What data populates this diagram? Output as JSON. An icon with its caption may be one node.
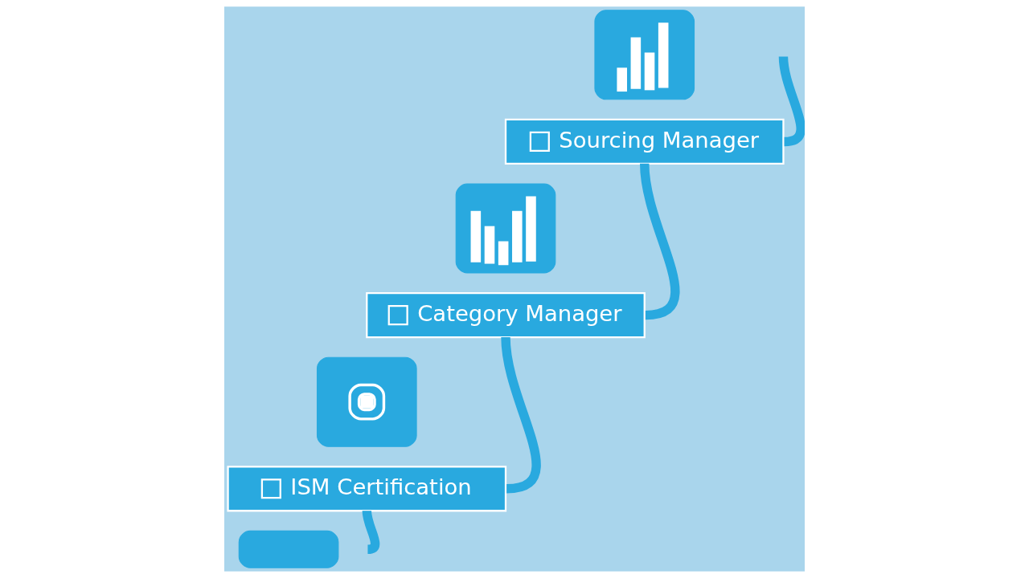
{
  "diagram": {
    "nodes": [
      {
        "text": [],
        "shape": "picture"
      },
      {
        "text": [
          "Sourcing Manager"
        ]
      },
      {
        "text": [],
        "shape": "picture"
      },
      {
        "text": [
          "Category Manager"
        ]
      },
      {
        "text": [],
        "shape": "picture"
      },
      {
        "text": [
          "ISM Certification"
        ]
      },
      {
        "text": [],
        "shape": "box"
      }
    ],
    "edges": [
      {
        "from": null,
        "to": 5,
        "arrow": "none"
      },
      {
        "from": 5,
        "to": 3,
        "arrow": "none"
      },
      {
        "from": 3,
        "to": 1,
        "arrow": "none"
      },
      {
        "from": 1,
        "to": null,
        "arrow": "none"
      }
    ]
  }
}
